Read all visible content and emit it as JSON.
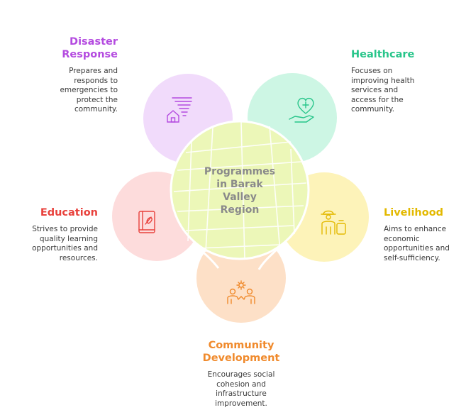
{
  "center": {
    "title_lines": [
      "Programmes",
      "in Barak",
      "Valley",
      "Region"
    ]
  },
  "petals": [
    {
      "key": "disaster",
      "title_lines": [
        "Disaster",
        "Response"
      ],
      "desc_lines": [
        "Prepares and",
        "responds to",
        "emergencies to",
        "protect the",
        "community."
      ],
      "color": "#b44be0",
      "fill": "#f1dbfb",
      "icon": "house-flood-icon"
    },
    {
      "key": "healthcare",
      "title_lines": [
        "Healthcare"
      ],
      "desc_lines": [
        "Focuses on",
        "improving health",
        "services and",
        "access for the",
        "community."
      ],
      "color": "#27c58a",
      "fill": "#cdf6e4",
      "icon": "heart-hand-icon"
    },
    {
      "key": "livelihood",
      "title_lines": [
        "Livelihood"
      ],
      "desc_lines": [
        "Aims to enhance",
        "economic",
        "opportunities and",
        "self-sufficiency."
      ],
      "color": "#e3b900",
      "fill": "#fdf3b9",
      "icon": "worker-icon"
    },
    {
      "key": "community",
      "title_lines": [
        "Community",
        "Development"
      ],
      "desc_lines": [
        "Encourages social",
        "cohesion and",
        "infrastructure",
        "improvement."
      ],
      "color": "#f08a2c",
      "fill": "#fde0c7",
      "icon": "people-gear-icon"
    },
    {
      "key": "education",
      "title_lines": [
        "Education"
      ],
      "desc_lines": [
        "Strives to provide",
        "quality learning",
        "opportunities and",
        "resources."
      ],
      "color": "#e8413c",
      "fill": "#fddcdc",
      "icon": "book-icon"
    }
  ]
}
